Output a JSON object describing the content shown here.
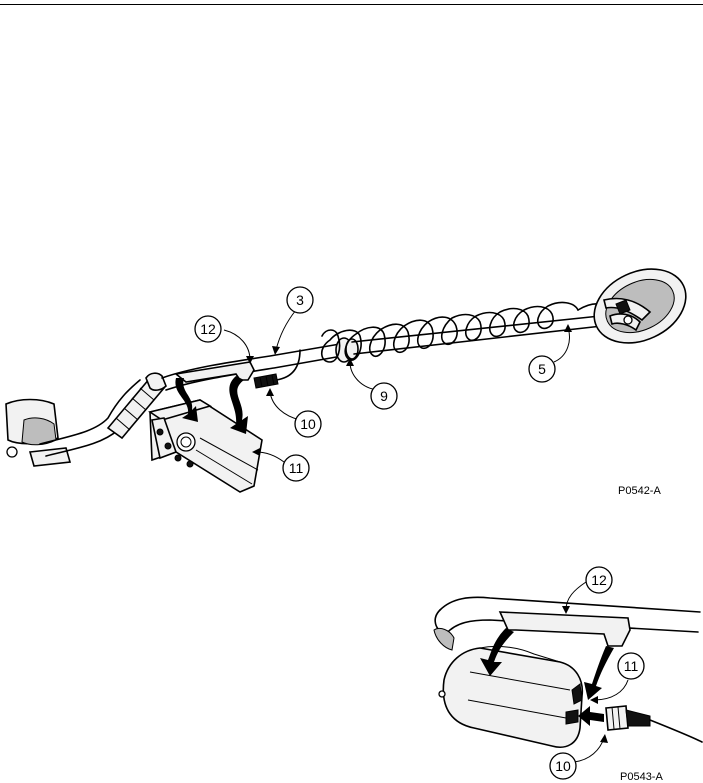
{
  "figure1": {
    "callouts": {
      "c3": "3",
      "c12": "12",
      "c5": "5",
      "c9": "9",
      "c10": "10",
      "c11": "11"
    },
    "code": "P0542-A"
  },
  "figure2": {
    "callouts": {
      "c12": "12",
      "c11": "11",
      "c10": "10"
    },
    "code": "P0543-A"
  }
}
